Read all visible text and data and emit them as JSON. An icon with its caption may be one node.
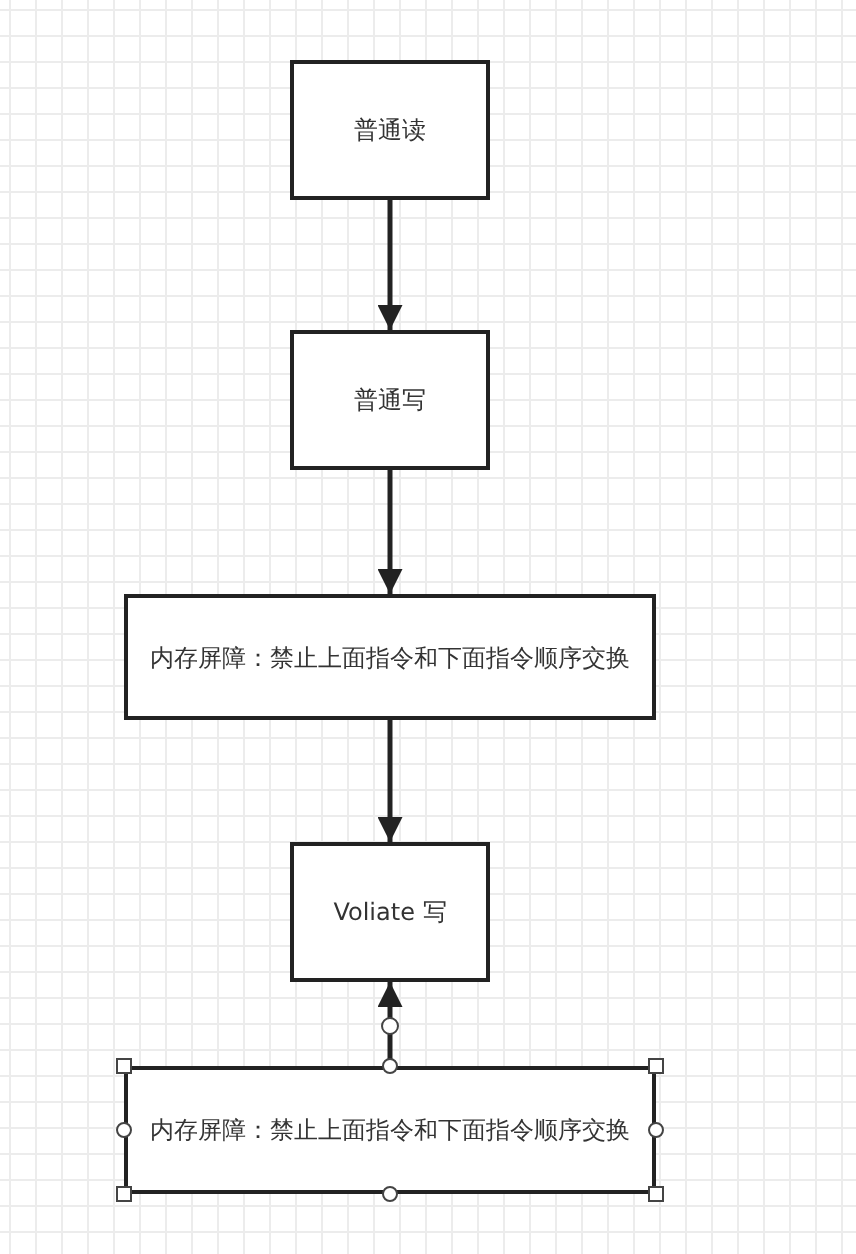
{
  "diagram": {
    "nodes": [
      {
        "text": [
          "普通读"
        ]
      },
      {
        "text": [
          "普通写"
        ]
      },
      {
        "text": [
          "内存屏障：禁止上面指令和下面指令顺序交换"
        ]
      },
      {
        "text": [
          "Voliate 写"
        ]
      },
      {
        "text": [
          "内存屏障：禁止上面指令和下面指令顺序交换"
        ]
      }
    ],
    "edges": [
      {
        "from": 0,
        "to": 1,
        "arrow": "to"
      },
      {
        "from": 1,
        "to": 2,
        "arrow": "to"
      },
      {
        "from": 2,
        "to": 3,
        "arrow": "to"
      },
      {
        "from": 4,
        "to": 3,
        "arrow": "to"
      }
    ]
  }
}
